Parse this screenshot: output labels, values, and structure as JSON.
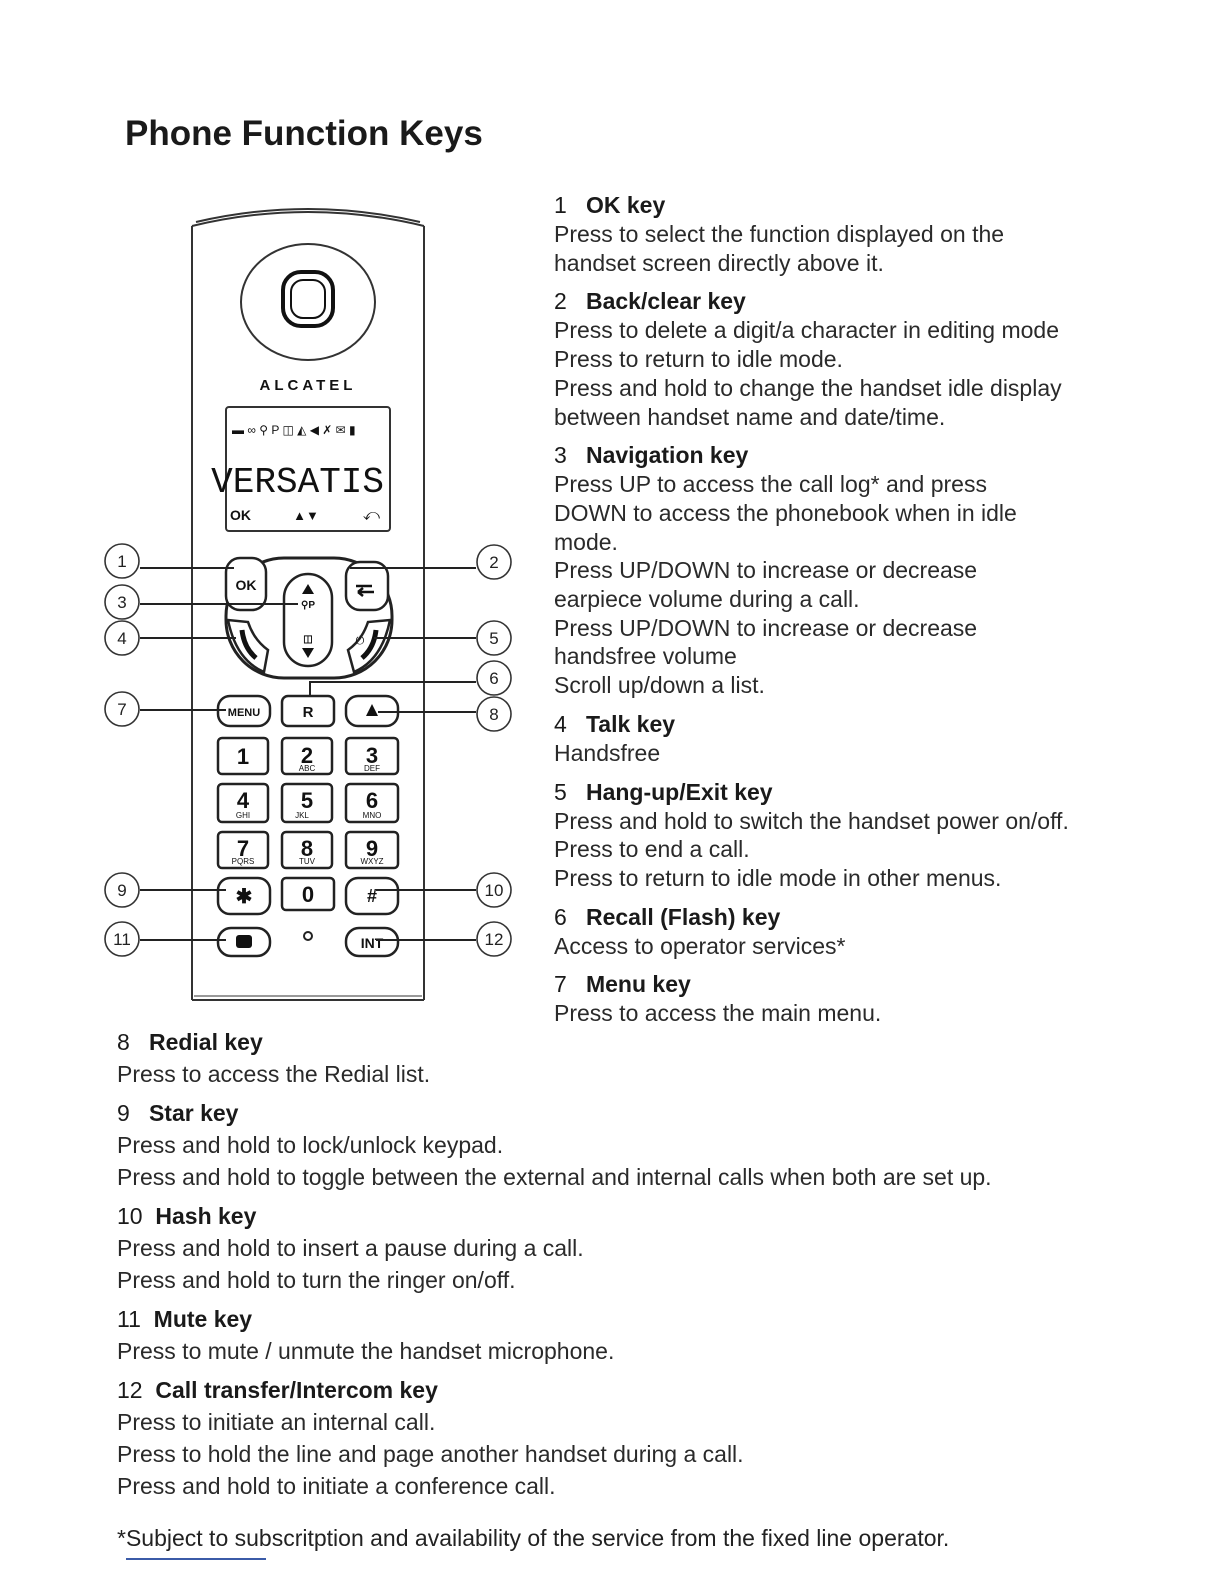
{
  "page": {
    "title": "Phone Function Keys"
  },
  "phone": {
    "brand": "ALCATEL",
    "display_text": "VERSATIS",
    "status_icons": "▬ ∞ ⚲ P ◫ ◭ ◀ ✗ ✉ ▮",
    "soft_left": "OK",
    "soft_mid": "▲▼",
    "soft_right": "⤺",
    "keys": {
      "ok": "OK",
      "menu": "MENU",
      "recall": "R",
      "intercom": "INT",
      "k1": "1",
      "k2": "2",
      "k3": "3",
      "k4": "4",
      "k5": "5",
      "k6": "6",
      "k7": "7",
      "k8": "8",
      "k9": "9",
      "k0": "0",
      "star": "✱",
      "hash": "#",
      "k2_sub": "ABC",
      "k3_sub": "DEF",
      "k4_sub": "GHI",
      "k5_sub": "JKL",
      "k6_sub": "MNO",
      "k7_sub": "PQRS",
      "k8_sub": "TUV",
      "k9_sub": "WXYZ"
    },
    "callouts": [
      "1",
      "2",
      "3",
      "4",
      "5",
      "6",
      "7",
      "8",
      "9",
      "10",
      "11",
      "12"
    ]
  },
  "right_keys": [
    {
      "num": "1",
      "name": "OK key",
      "lines": [
        "Press to select the function displayed on the",
        "handset screen directly above it."
      ]
    },
    {
      "num": "2",
      "name": "Back/clear key",
      "lines": [
        "Press to delete a digit/a character in editing mode",
        "Press to return to idle mode.",
        "Press and hold to change the handset idle display",
        "between handset name and date/time."
      ]
    },
    {
      "num": "3",
      "name": "Navigation key",
      "lines": [
        "Press UP to access the call log* and press",
        "DOWN to access the phonebook when in idle",
        "mode.",
        "Press UP/DOWN to increase or decrease",
        "earpiece volume during a call.",
        "Press UP/DOWN to increase or decrease",
        "handsfree volume",
        "Scroll up/down a list."
      ]
    },
    {
      "num": "4",
      "name": "Talk key",
      "lines": [
        "Handsfree"
      ]
    },
    {
      "num": "5",
      "name": "Hang-up/Exit key",
      "lines": [
        "Press and hold to switch the handset power on/off.",
        "Press to end a call.",
        "Press to return to idle mode in other menus."
      ]
    },
    {
      "num": "6",
      "name": "Recall (Flash) key",
      "lines": [
        "Access to operator services*"
      ]
    },
    {
      "num": "7",
      "name": "Menu key",
      "lines": [
        "Press to access the main menu."
      ]
    }
  ],
  "bottom_keys": [
    {
      "num": "8",
      "name": "Redial key",
      "lines": [
        "Press to access the Redial list."
      ]
    },
    {
      "num": "9",
      "name": "Star key",
      "lines": [
        "Press and hold to lock/unlock keypad.",
        "Press and hold to toggle between the external and internal calls when both are set up."
      ]
    },
    {
      "num": "10",
      "name": "Hash key",
      "lines": [
        "Press and hold to insert a pause during a call.",
        "Press and hold to turn the ringer on/off."
      ]
    },
    {
      "num": "11",
      "name": "Mute key",
      "lines": [
        "Press to mute / unmute the handset microphone."
      ]
    },
    {
      "num": "12",
      "name": "Call transfer/Intercom key",
      "lines": [
        "Press to initiate an internal call.",
        "Press to hold the line and page another handset during a call.",
        "Press and hold to initiate a conference call."
      ]
    }
  ],
  "footnote": "*Subject to subscritption and availability of the service from the fixed line operator."
}
